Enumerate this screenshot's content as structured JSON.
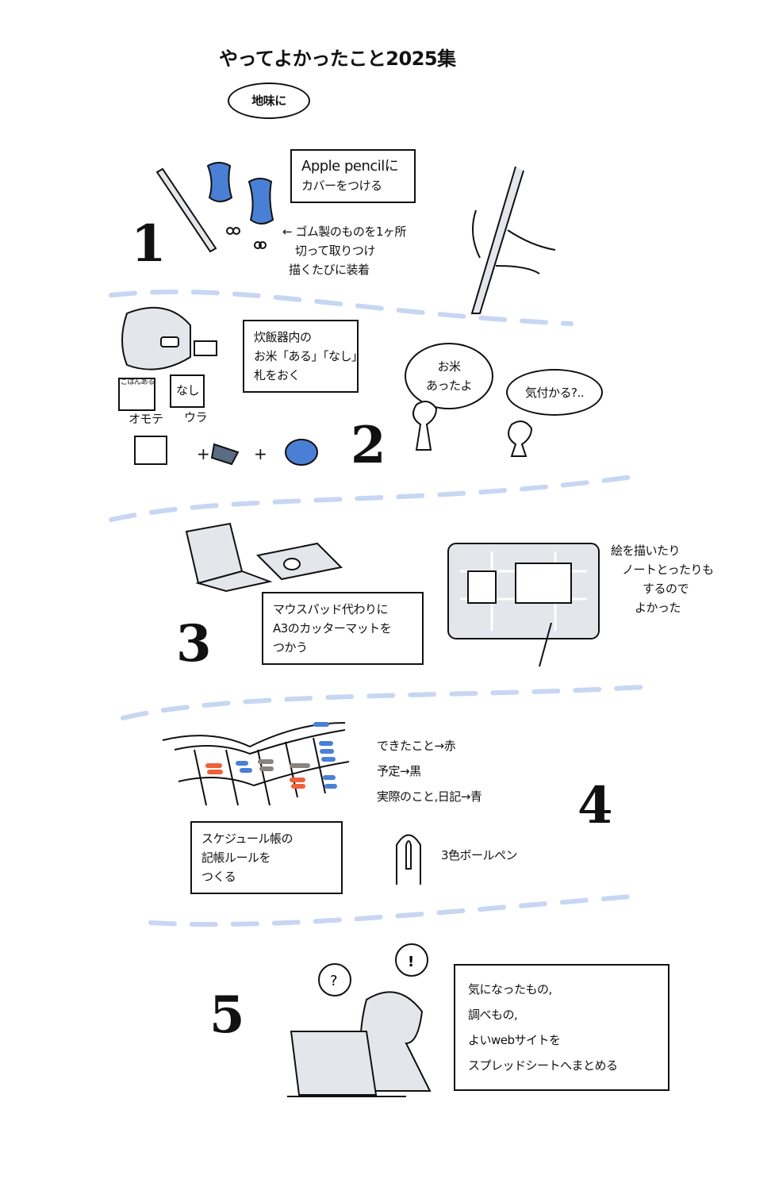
{
  "title": "やってよかったこと2025集",
  "subtitle_bubble": "地味に",
  "colors": {
    "ink": "#111111",
    "accent_blue": "#4a7fd6",
    "divider_blue": "#c7d6f2",
    "red": "#f0603a",
    "gray": "#8a8480",
    "fill_gray": "#e3e6ea"
  },
  "items": [
    {
      "number": "1",
      "box": [
        "Apple pencilに",
        "カバーをつける"
      ],
      "note": [
        "← ゴム製のものを1ヶ所",
        "切って取りつけ",
        "描くたびに装着"
      ]
    },
    {
      "number": "2",
      "box": [
        "炊飯器内の",
        "お米「ある」「なし」",
        "札をおく"
      ],
      "card_front": "ごはんある",
      "card_back": "なし",
      "label_front": "オモテ",
      "label_back": "ウラ",
      "speech_1": [
        "お米",
        "あったよ"
      ],
      "speech_2": "気付かる?.."
    },
    {
      "number": "3",
      "box": [
        "マウスパッド代わりに",
        "A3のカッターマットを",
        "つかう"
      ],
      "note": [
        "絵を描いたり",
        "ノートとったりも",
        "するので",
        "よかった"
      ]
    },
    {
      "number": "4",
      "legend": [
        "できたこと→赤",
        "予定→黒",
        "実際のこと,日記→青"
      ],
      "pen_label": "3色ボールペン",
      "box": [
        "スケジュール帳の",
        "記帳ルールを",
        "つくる"
      ]
    },
    {
      "number": "5",
      "box": [
        "気になったもの,",
        "調べもの,",
        "よいwebサイトを",
        "スプレッドシートへまとめる"
      ]
    }
  ]
}
